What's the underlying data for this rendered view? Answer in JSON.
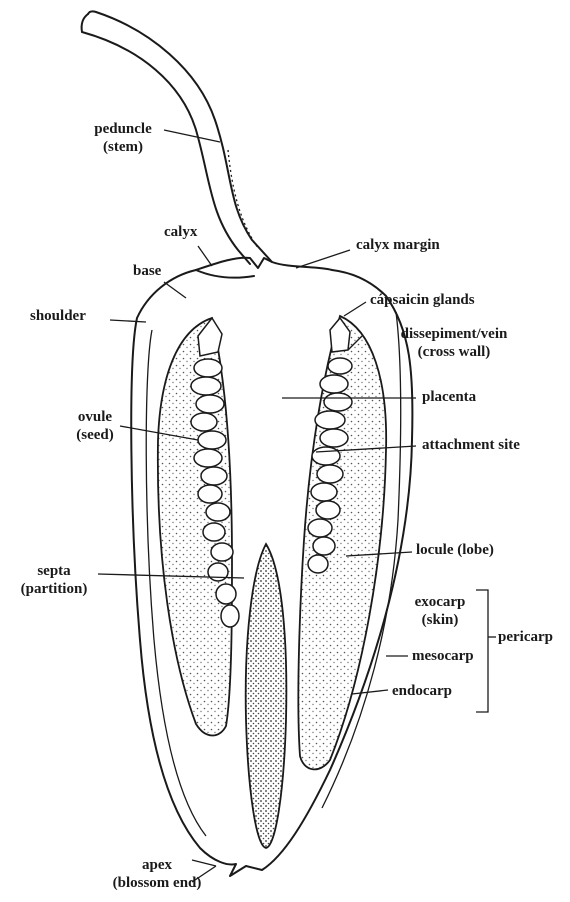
{
  "labels": {
    "peduncle": [
      "peduncle",
      "(stem)"
    ],
    "calyx": "calyx",
    "calyx_margin": "calyx margin",
    "base": "base",
    "shoulder": "shoulder",
    "capsaicin_glands": "cápsaicin glands",
    "dissepiment": [
      "dissepiment/vein",
      "(cross wall)"
    ],
    "placenta": "placenta",
    "ovule": [
      "ovule",
      "(seed)"
    ],
    "attachment_site": "attachment site",
    "septa": [
      "septa",
      "(partition)"
    ],
    "locule": "locule (lobe)",
    "exocarp": [
      "exocarp",
      "(skin)"
    ],
    "mesocarp": "mesocarp",
    "endocarp": "endocarp",
    "pericarp": "pericarp",
    "apex": [
      "apex",
      "(blossom end)"
    ]
  }
}
